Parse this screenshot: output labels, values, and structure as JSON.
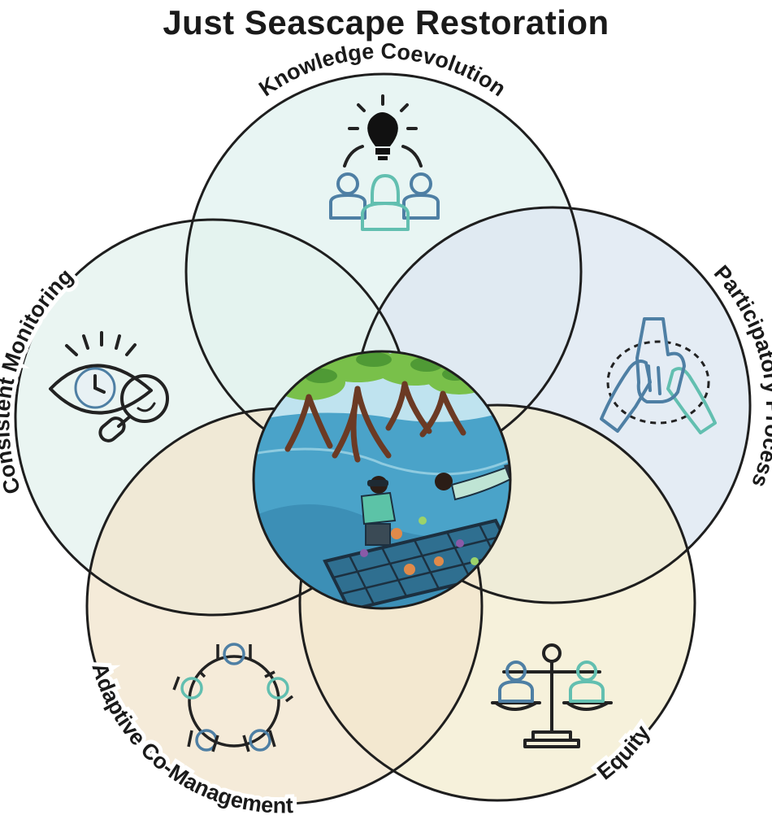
{
  "title": "Just Seascape Restoration",
  "labels": {
    "knowledge": "Knowledge Coevolution",
    "participatory": "Participatory Process",
    "equity": "Equity",
    "adaptive": "Adaptive Co-Management",
    "monitoring": "Consistent Monitoring"
  },
  "colors": {
    "knowledge_fill": "#e4f3f1",
    "participatory_fill": "#dde7f1",
    "equity_fill": "#f3eccf",
    "adaptive_fill": "#f1e4cc",
    "monitoring_fill": "#e3f2ed",
    "outline": "#1e1e1e",
    "water": "#4aa3c9",
    "mangrove": "#6b3a24",
    "leaves": "#79c04a"
  },
  "icons": {
    "knowledge": "lightbulb-people-icon",
    "participatory": "joined-hands-icon",
    "equity": "balance-scale-icon",
    "adaptive": "circle-meeting-icon",
    "monitoring": "eye-clock-magnifier-icon",
    "center": "mangrove-coral-restoration-illustration"
  }
}
